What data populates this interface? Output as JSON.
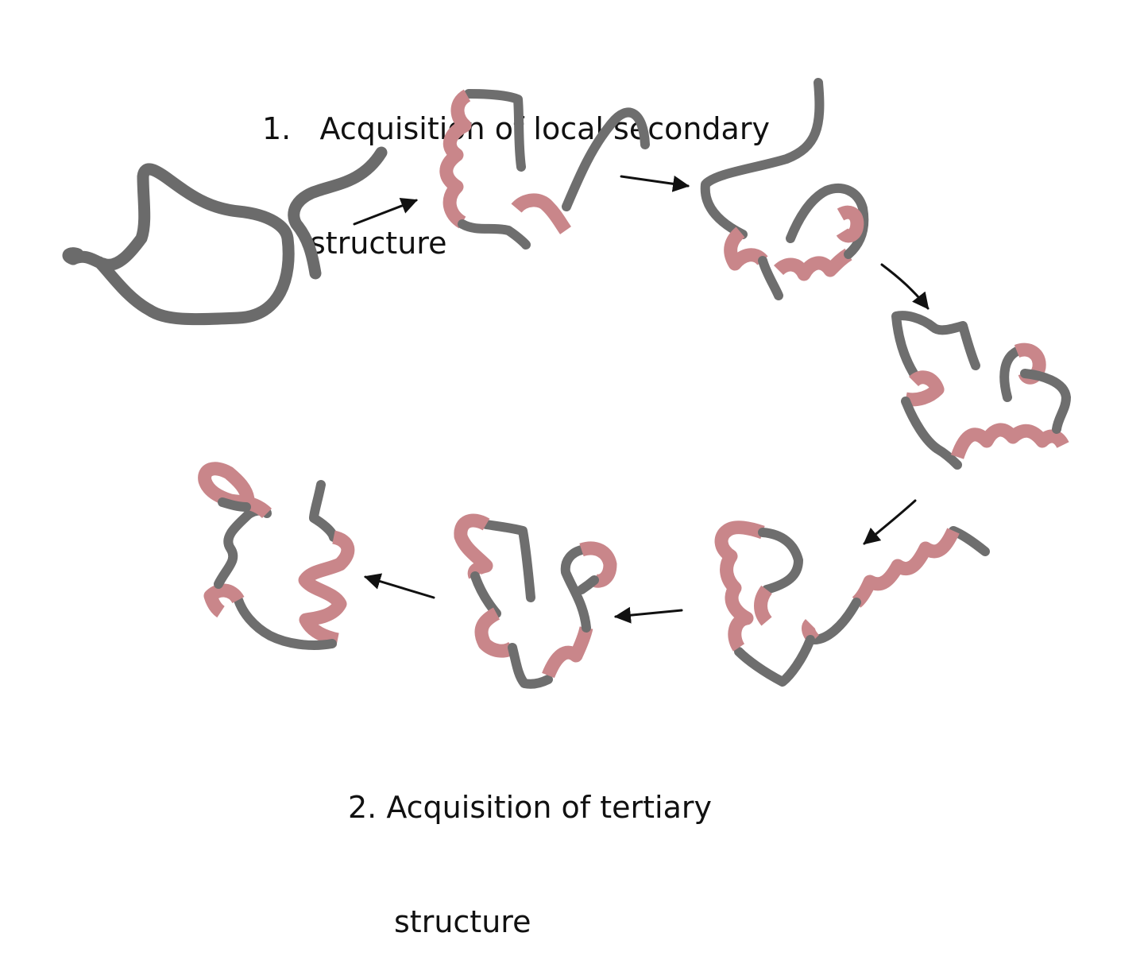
{
  "labels": {
    "step1_line1": "1.   Acquisition of local secondary",
    "step1_line2": "structure",
    "step2_line1": "2. Acquisition of tertiary",
    "step2_line2": "structure"
  },
  "colors": {
    "coil": "#6e6e6e",
    "helix": "#c9868a",
    "arrow": "#111111",
    "text": "#111111"
  }
}
